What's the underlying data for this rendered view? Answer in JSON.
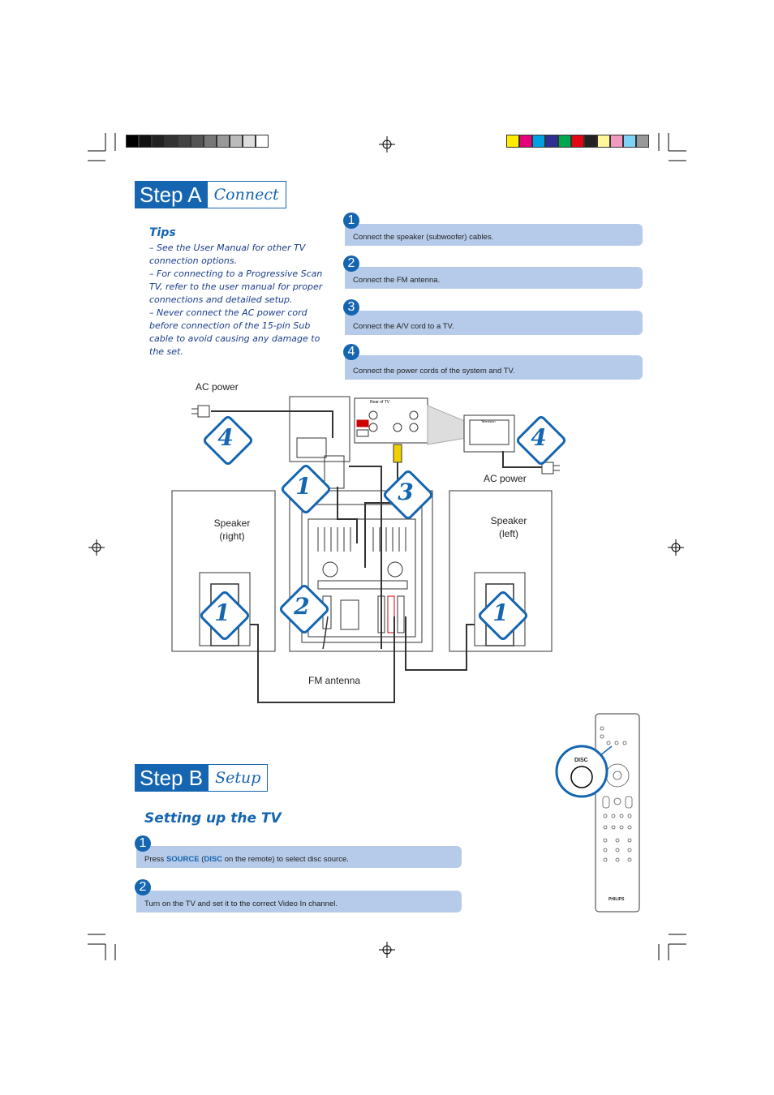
{
  "stepA": {
    "label": "Step A",
    "sub": "Connect"
  },
  "tips": {
    "title": "Tips",
    "items": [
      "– See the User Manual for other TV connection options.",
      "– For connecting to a Progressive Scan TV, refer to the user manual for proper connections and detailed setup.",
      "– Never connect the AC power cord before connection of the 15-pin Sub cable to avoid causing any damage to the set."
    ]
  },
  "stepsA": [
    {
      "num": "1",
      "text": "Connect the speaker (subwoofer) cables."
    },
    {
      "num": "2",
      "text": "Connect the FM antenna."
    },
    {
      "num": "3",
      "text": "Connect the A/V cord to a TV."
    },
    {
      "num": "4",
      "text": "Connect the power cords of the system and TV."
    }
  ],
  "diagram": {
    "ac_power_left": "AC power",
    "ac_power_right": "AC power",
    "speaker_right": "Speaker\n(right)",
    "speaker_left": "Speaker\n(left)",
    "fm_antenna": "FM antenna",
    "rear_of_tv": "Rear of TV",
    "television": "Television",
    "callouts": [
      "4",
      "1",
      "3",
      "4",
      "1",
      "2",
      "1"
    ]
  },
  "stepB": {
    "label": "Step B",
    "sub": "Setup"
  },
  "setting_title": "Setting up the TV",
  "stepsB": [
    {
      "num": "1",
      "pre": "Press ",
      "k1": "SOURCE",
      "mid": " (",
      "k2": "DISC",
      "post": " on the remote) to select disc source."
    },
    {
      "num": "2",
      "text": "Turn on the TV and set it to the correct Video In channel."
    }
  ],
  "remote": {
    "disc_label": "DISC",
    "brand": "PHILIPS"
  },
  "colors": {
    "accent": "#1565b0",
    "strip": "#b6cbe9"
  }
}
